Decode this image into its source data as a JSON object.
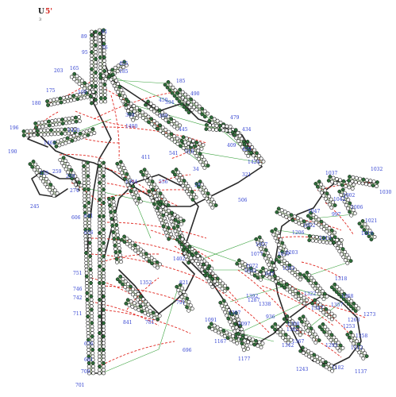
{
  "diagram": {
    "type": "rna-secondary-structure",
    "five_prime_label": "5'",
    "five_prime_glyph": "U",
    "start_index": "3",
    "colors": {
      "background": "#ffffff",
      "nucleotide_outline": "#1b1b1b",
      "nucleotide_fill": "#ffffff",
      "nucleotide_dark": "#2e6e3a",
      "helix_halo": "#b9d3a9",
      "backbone": "#2a2a2a",
      "pseudoknot": "#e0261f",
      "tertiary": "#37a13b",
      "numbers": "#2f3fd0",
      "five_prime": "#d6261f"
    },
    "position_labels": [
      "81",
      "89",
      "95",
      "76",
      "203",
      "165",
      "455",
      "175",
      "185",
      "490",
      "180",
      "185",
      "100",
      "394",
      "450",
      "369",
      "399",
      "196",
      "1462",
      "1420",
      "479",
      "434",
      "445",
      "190",
      "409",
      "429",
      "1424",
      "1400",
      "411",
      "255",
      "259",
      "269",
      "274",
      "245",
      "1404",
      "556",
      "321",
      "506",
      "541",
      "516",
      "34",
      "29",
      "1037",
      "1032",
      "1042",
      "1002",
      "1030",
      "1006",
      "997",
      "1021",
      "1047",
      "1016",
      "1052",
      "1213",
      "1857",
      "1037",
      "1203",
      "1206",
      "1077",
      "1072",
      "1062",
      "1402",
      "1283",
      "1287",
      "1392",
      "1322",
      "1318",
      "1368",
      "1347",
      "1091",
      "1097",
      "1387",
      "1273",
      "1263",
      "1253",
      "1258",
      "1167",
      "1177",
      "1342",
      "1293",
      "1243",
      "1182",
      "1137",
      "1112",
      "751",
      "746",
      "742",
      "711",
      "606",
      "641",
      "656",
      "676",
      "696",
      "700",
      "681",
      "701",
      "841",
      "781",
      "791",
      "821",
      "1352",
      "947",
      "1338",
      "936",
      "1367",
      "1382",
      "1308",
      "1357"
    ]
  }
}
